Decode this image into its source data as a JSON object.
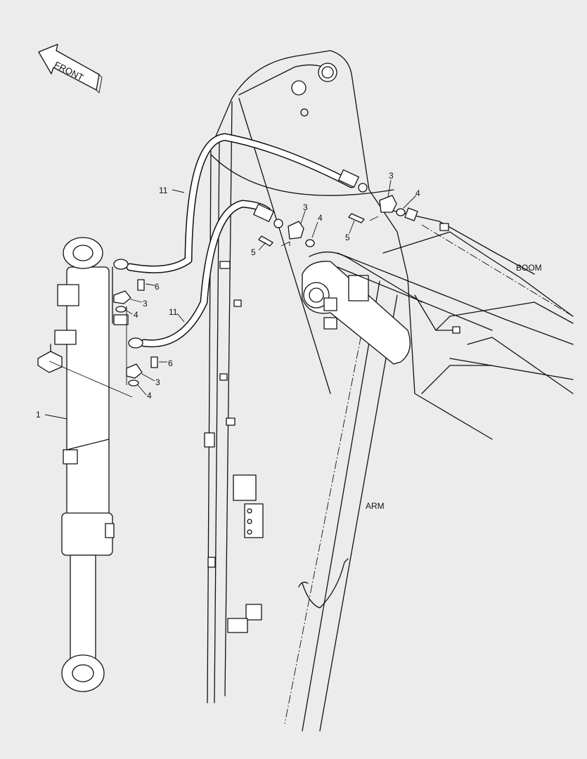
{
  "direction": {
    "label": "FRONT",
    "icon": "front-arrow-icon"
  },
  "components": {
    "boom": "BOOM",
    "arm": "ARM"
  },
  "callouts": {
    "cylinder": "1",
    "hose_upper": "11",
    "hose_lower": "11",
    "flange_boom_upper": "3",
    "oring_boom_upper": "4",
    "bolt_boom_upper": "5",
    "flange_boom_lower": "3",
    "oring_boom_lower": "4",
    "bolt_boom_lower": "5",
    "bolt_cyl_upper": "6",
    "flange_cyl_upper": "3",
    "oring_cyl_upper": "4",
    "bolt_cyl_lower": "6",
    "flange_cyl_lower": "3",
    "oring_cyl_lower": "4"
  }
}
